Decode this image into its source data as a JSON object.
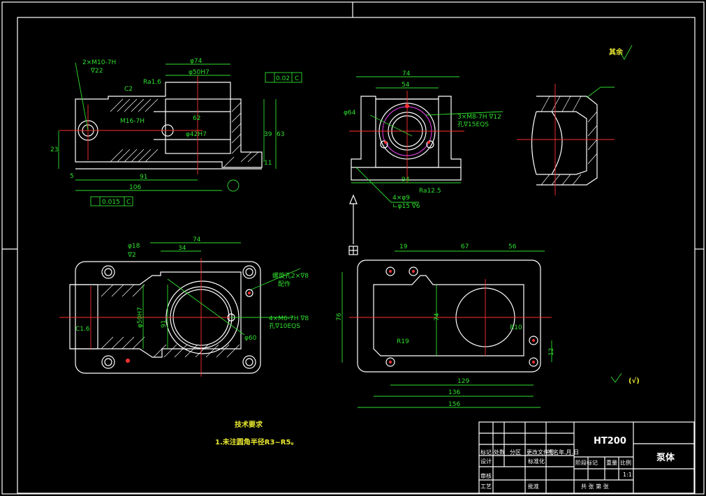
{
  "drawing": {
    "material": "HT200",
    "part_name": "泵体",
    "surface_finish_note": "其余",
    "tech_req_title": "技术要求",
    "tech_req_item": "1.未注圆角半径R3~R5。",
    "roughness_rest": "(√)"
  },
  "dims": {
    "front": {
      "d_hole_thread": "2×M10-7H",
      "d_hole_dep": "∇22",
      "phi74": "φ74",
      "phi50": "φ50H7",
      "flat": "0.02",
      "datum": "C",
      "c2": "C2",
      "ra": "Ra1.6",
      "m16": "M16-7H",
      "phi42": "φ42H7",
      "d62": "62",
      "d39": "39",
      "d63": "63",
      "d23": "23",
      "d11": "11",
      "d5": "5",
      "d91": "91",
      "d106": "106",
      "perp": "0.015",
      "datum2": "C"
    },
    "side": {
      "d74": "74",
      "d54": "54",
      "d94": "94",
      "phi64": "φ64",
      "thread": "3×M8-7H ∇12",
      "thread2": "孔∇15EQS",
      "holes": "4×φ9",
      "holes2": "∟φ15 ∇6",
      "ra": "Ra12.5"
    },
    "top": {
      "phi18": "φ18",
      "dep2": "∇2",
      "d34": "34",
      "d74": "74",
      "phi50": "φ50H7",
      "d91": "91",
      "phi60": "φ60",
      "m6": "4×M6-7H ∇8",
      "m6b": "孔∇10EQS",
      "helix": "螺旋孔2×∇8",
      "helix2": "配作",
      "c16": "C1.6"
    },
    "bottom": {
      "d19": "19",
      "d67": "67",
      "d56": "56",
      "d76": "76",
      "d74": "74",
      "d129": "129",
      "d136": "136",
      "d156": "156",
      "d12": "12",
      "r10": "R10",
      "r19": "R19"
    }
  },
  "title_block": {
    "mark": "标记",
    "count": "处数",
    "zone": "分区",
    "doc": "更改文件号",
    "sign": "签名",
    "date": "年.月.日",
    "design": "设计",
    "std": "标准化",
    "stage": "阶段标记",
    "weight": "重量",
    "scale_lbl": "比例",
    "scale": "1:1",
    "check": "审核",
    "process": "工艺",
    "approve": "批准",
    "sheets": "共  张  第  张"
  }
}
